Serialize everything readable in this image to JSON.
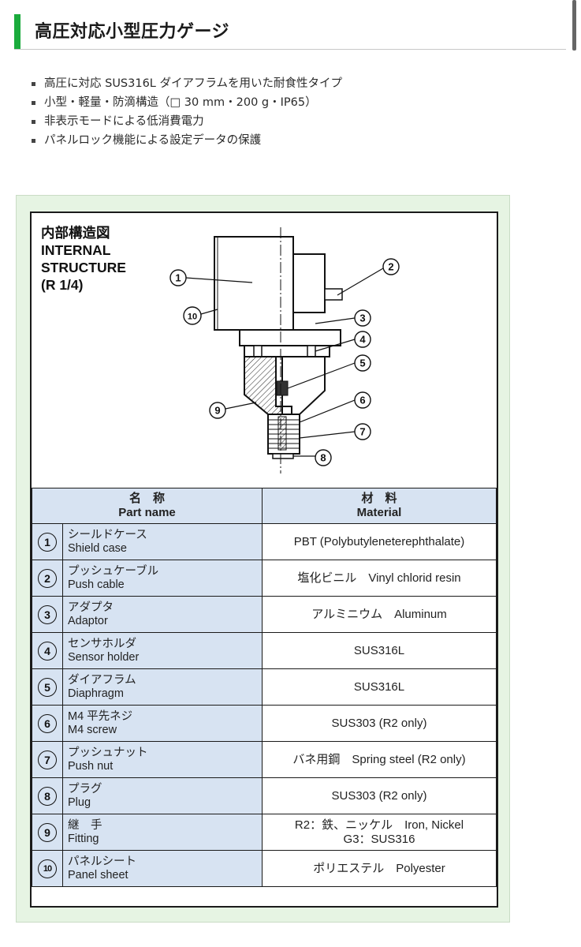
{
  "heading": {
    "title": "高圧対応小型圧力ゲージ"
  },
  "features": [
    "高圧に対応 SUS316L ダイアフラムを用いた耐食性タイプ",
    "小型・軽量・防滴構造（□ 30 mm・200 g・IP65）",
    "非表示モードによる低消費電力",
    "パネルロック機能による設定データの保護"
  ],
  "structure": {
    "title_jp": "内部構造図",
    "title_en_1": "INTERNAL",
    "title_en_2": "STRUCTURE",
    "title_en_3": "(R 1/4)",
    "callouts": [
      "1",
      "2",
      "3",
      "4",
      "5",
      "6",
      "7",
      "8",
      "9",
      "10"
    ]
  },
  "table": {
    "header_name_jp": "名　称",
    "header_name_en": "Part name",
    "header_material_jp": "材　料",
    "header_material_en": "Material",
    "rows": [
      {
        "num": "1",
        "name_jp": "シールドケース",
        "name_en": "Shield case",
        "material": "PBT (Polybutyleneterephthalate)",
        "material2": ""
      },
      {
        "num": "2",
        "name_jp": "プッシュケーブル",
        "name_en": "Push cable",
        "material": "塩化ビニル　Vinyl chlorid resin",
        "material2": ""
      },
      {
        "num": "3",
        "name_jp": "アダプタ",
        "name_en": "Adaptor",
        "material": "アルミニウム　Aluminum",
        "material2": ""
      },
      {
        "num": "4",
        "name_jp": "センサホルダ",
        "name_en": "Sensor holder",
        "material": "SUS316L",
        "material2": ""
      },
      {
        "num": "5",
        "name_jp": "ダイアフラム",
        "name_en": "Diaphragm",
        "material": "SUS316L",
        "material2": ""
      },
      {
        "num": "6",
        "name_jp": "M4 平先ネジ",
        "name_en": "M4 screw",
        "material": "SUS303 (R2 only)",
        "material2": ""
      },
      {
        "num": "7",
        "name_jp": "プッシュナット",
        "name_en": "Push nut",
        "material": "バネ用鋼　Spring steel (R2 only)",
        "material2": ""
      },
      {
        "num": "8",
        "name_jp": "プラグ",
        "name_en": "Plug",
        "material": "SUS303 (R2 only)",
        "material2": ""
      },
      {
        "num": "9",
        "name_jp": "継　手",
        "name_en": "Fitting",
        "material": "R2：鉄、ニッケル　Iron, Nickel",
        "material2": "G3：SUS316"
      },
      {
        "num": "10",
        "name_jp": "パネルシート",
        "name_en": "Panel sheet",
        "material": "ポリエステル　Polyester",
        "material2": ""
      }
    ]
  },
  "colors": {
    "accent": "#1aab3c",
    "panel_bg": "#e6f4e3",
    "header_bg": "#d7e3f2"
  }
}
